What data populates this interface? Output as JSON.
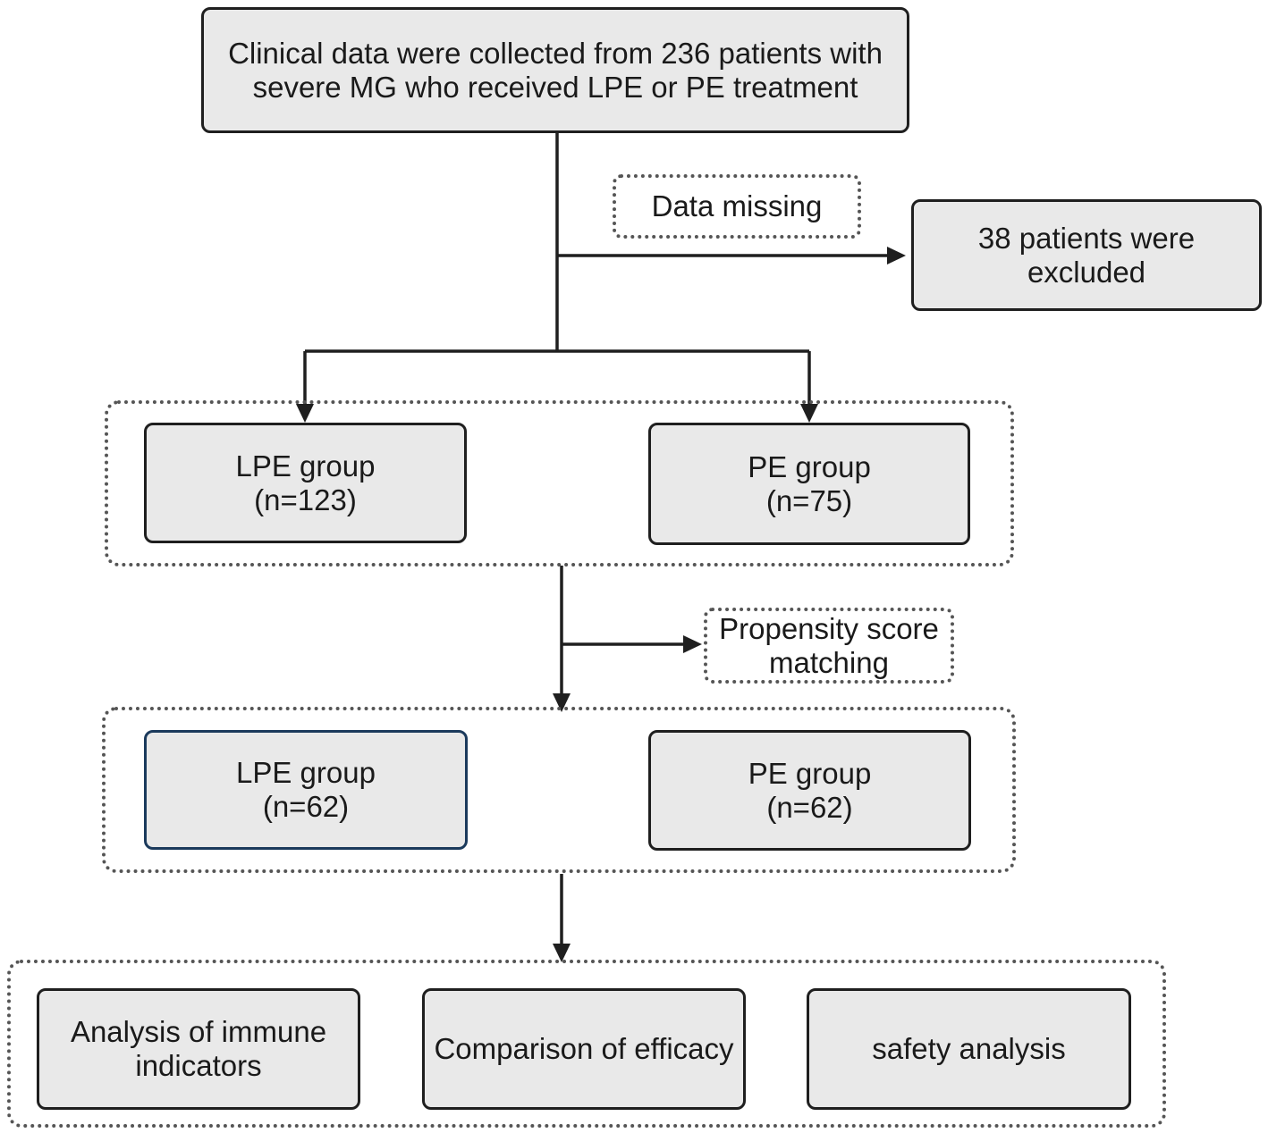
{
  "colors": {
    "box_fill": "#e9e9e9",
    "box_border": "#1f1f1f",
    "highlight_border": "#1b3a5c",
    "dotted_border": "#555555",
    "line": "#1f1f1f"
  },
  "start": {
    "line1": "Clinical data were collected from 236 patients with",
    "line2": "severe MG who received LPE or PE treatment"
  },
  "exclusion": {
    "reason": "Data missing",
    "line1": "38 patients were",
    "line2": "excluded"
  },
  "before_matching": {
    "lpe": {
      "label": "LPE group",
      "count": "(n=123)"
    },
    "pe": {
      "label": "PE group",
      "count": "(n=75)"
    }
  },
  "matching": {
    "line1": "Propensity score",
    "line2": "matching"
  },
  "after_matching": {
    "lpe": {
      "label": "LPE group",
      "count": "(n=62)"
    },
    "pe": {
      "label": "PE group",
      "count": "(n=62)"
    }
  },
  "analyses": {
    "immune_line1": "Analysis of immune",
    "immune_line2": "indicators",
    "efficacy": "Comparison of efficacy",
    "safety": "safety analysis"
  }
}
